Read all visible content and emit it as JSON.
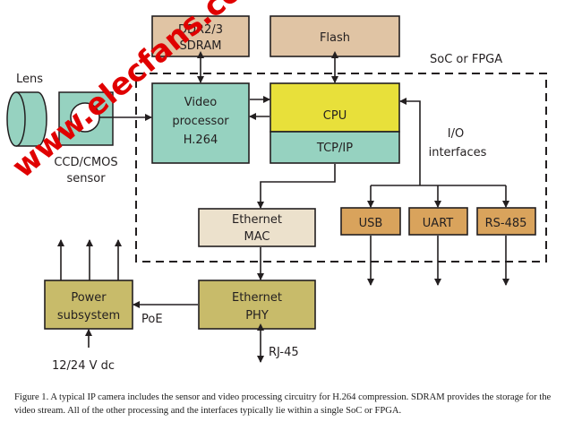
{
  "figure": {
    "container_label": "SoC or FPGA",
    "colors": {
      "memory": "#e0c4a4",
      "teal": "#96d2c0",
      "cpu": "#e8e03a",
      "mac": "#ece1cc",
      "io": "#d9a35c",
      "power": "#c8bb6a",
      "stroke": "#231f20",
      "watermark": "#e00000"
    },
    "blocks": {
      "sdram": [
        "DDR2/3",
        "SDRAM"
      ],
      "flash": [
        "Flash"
      ],
      "lens": [
        "Lens"
      ],
      "sensor": [
        "CCD/CMOS",
        "sensor"
      ],
      "video_processor": [
        "Video",
        "processor",
        "H.264"
      ],
      "cpu": [
        "CPU"
      ],
      "tcpip": [
        "TCP/IP"
      ],
      "io_label": [
        "I/O",
        "interfaces"
      ],
      "eth_mac": [
        "Ethernet",
        "MAC"
      ],
      "usb": [
        "USB"
      ],
      "uart": [
        "UART"
      ],
      "rs485": [
        "RS-485"
      ],
      "power": [
        "Power",
        "subsystem"
      ],
      "eth_phy": [
        "Ethernet",
        "PHY"
      ]
    },
    "labels": {
      "poe": "PoE",
      "rj45": "RJ-45",
      "power_input": "12/24 V dc"
    },
    "watermark": "www.elecfans.com"
  },
  "caption": "Figure 1. A typical IP camera includes the sensor and video processing circuitry for H.264 compression. SDRAM provides the storage for the video stream. All of the other processing and the interfaces typically lie within a single SoC or FPGA."
}
